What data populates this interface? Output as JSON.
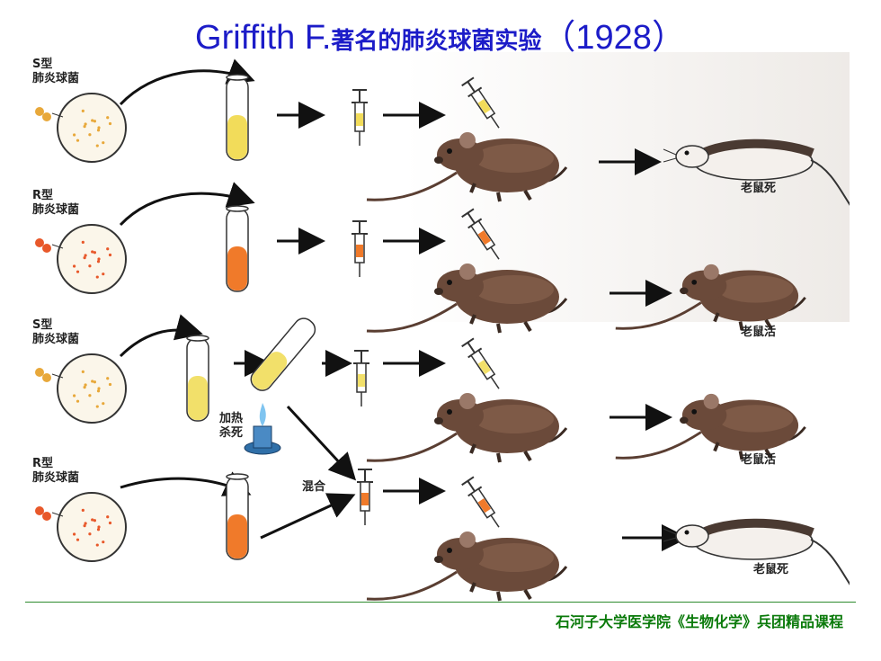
{
  "title": {
    "latin": "Griffith F.",
    "chinese": "著名的肺炎球菌实验",
    "year": "（1928）"
  },
  "rows": [
    {
      "strain_type": "S型",
      "strain_name": "肺炎球菌",
      "outcome": "老鼠死",
      "fluid_color": "#f2dc5a",
      "colony_color": "#e8a83a"
    },
    {
      "strain_type": "R型",
      "strain_name": "肺炎球菌",
      "outcome": "老鼠活",
      "fluid_color": "#f07a2a",
      "colony_color": "#e8582a"
    },
    {
      "strain_type": "S型",
      "strain_name": "肺炎球菌",
      "outcome": "老鼠活",
      "fluid_color": "#f2e06a",
      "colony_color": "#e8a83a"
    },
    {
      "strain_type": "R型",
      "strain_name": "肺炎球菌",
      "outcome": "老鼠死",
      "fluid_color": "#f07a2a",
      "colony_color": "#e8582a"
    }
  ],
  "heat_kill_label": {
    "line1": "加热",
    "line2": "杀死"
  },
  "mix_label": "混合",
  "footer": "石河子大学医学院《生物化学》兵团精品课程",
  "colors": {
    "title": "#1c1cc8",
    "footer": "#0a7a0a",
    "mouse_fur": "#6b4a3a",
    "dead_mouse_body": "#f4f0ec"
  },
  "icons": [
    "petri-dish-icon",
    "test-tube-icon",
    "syringe-icon",
    "mouse-icon",
    "dead-mouse-icon",
    "burner-icon",
    "arrow-icon"
  ]
}
